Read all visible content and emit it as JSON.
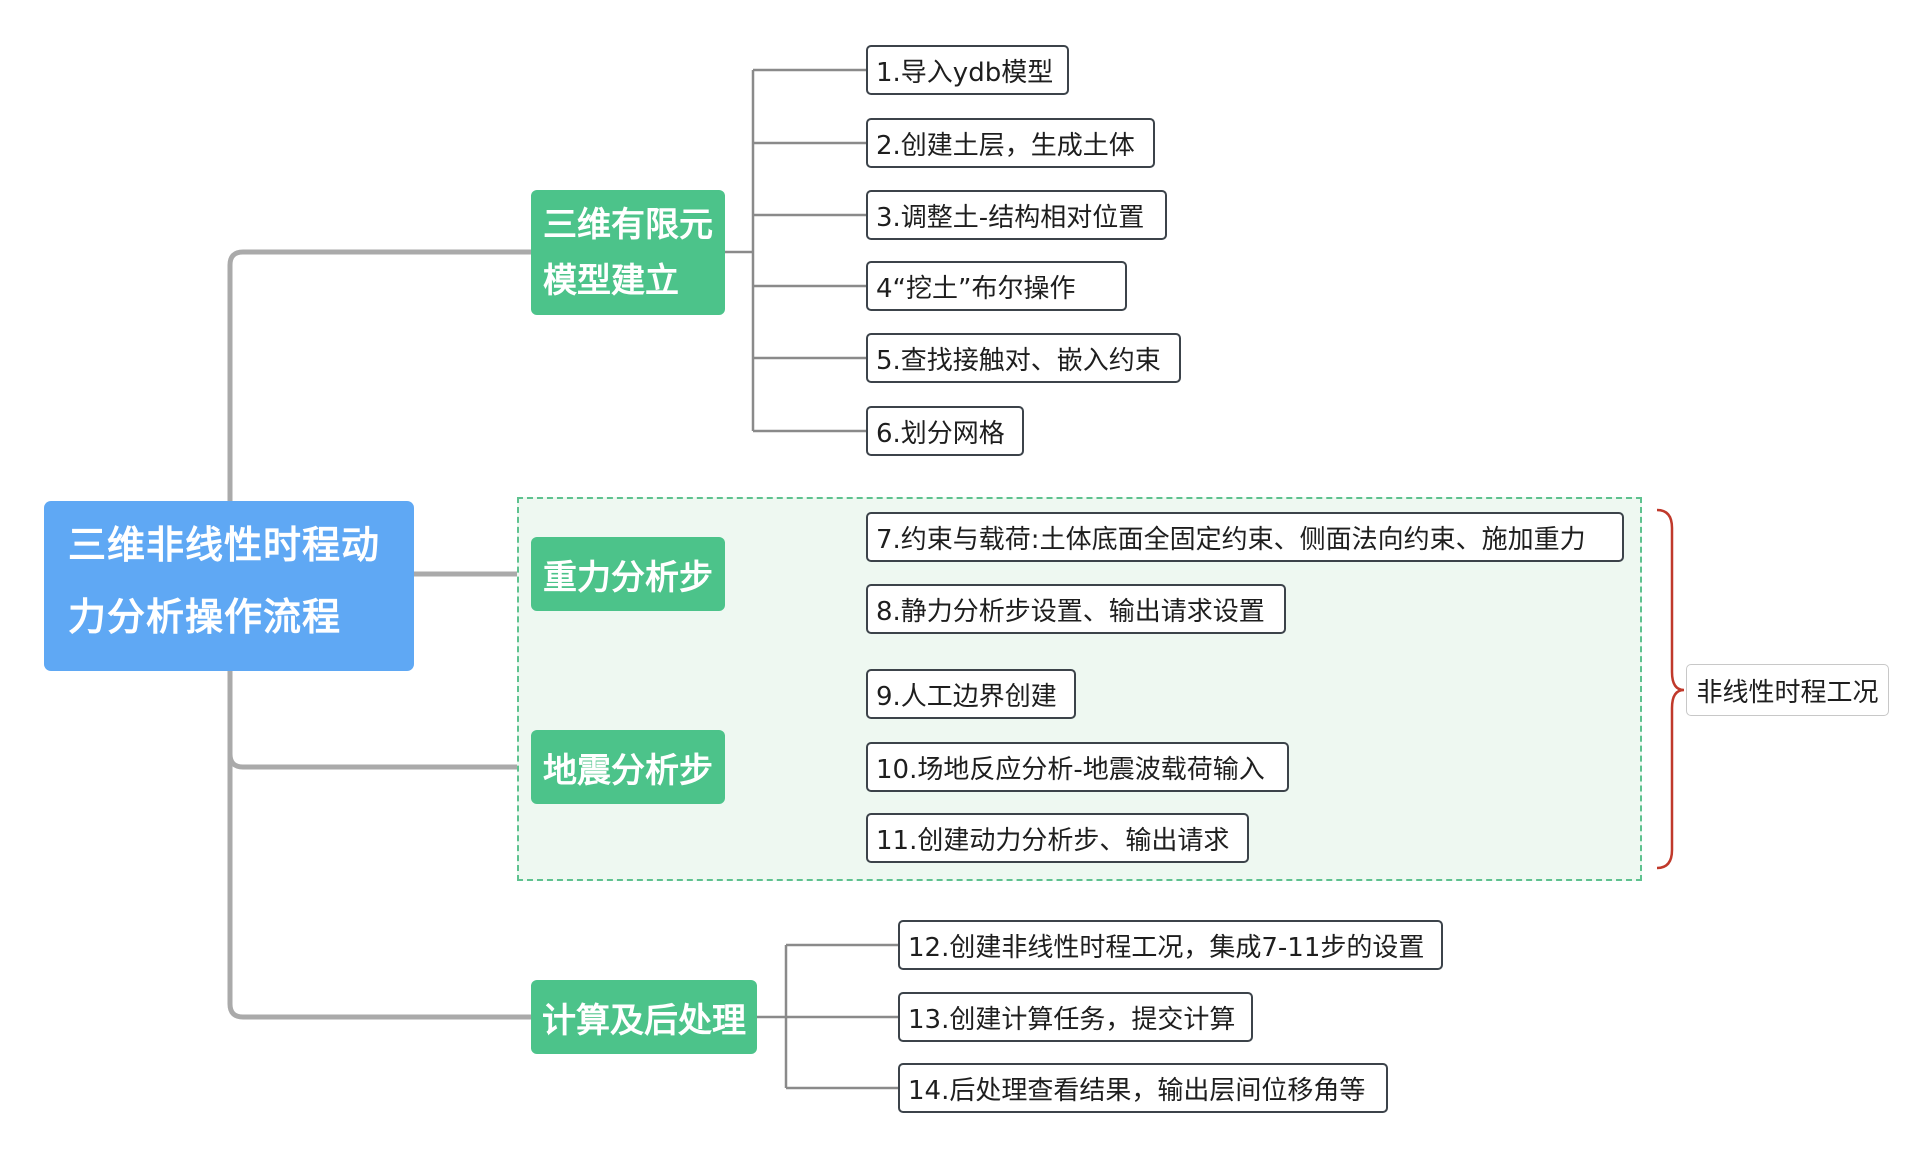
{
  "root": {
    "line1": "三维非线性时程动",
    "line2": "力分析操作流程"
  },
  "branches": [
    {
      "line1": "三维有限元",
      "line2": "模型建立"
    },
    {
      "label": "重力分析步"
    },
    {
      "label": "地震分析步"
    },
    {
      "label": "计算及后处理"
    }
  ],
  "steps": [
    "1.导入ydb模型",
    "2.创建土层，生成土体",
    "3.调整土-结构相对位置",
    "4“挖土”布尔操作",
    "5.查找接触对、嵌入约束",
    "6.划分网格",
    "7.约束与载荷:土体底面全固定约束、侧面法向约束、施加重力",
    "8.静力分析步设置、输出请求设置",
    "9.人工边界创建",
    "10.场地反应分析-地震波载荷输入",
    "11.创建动力分析步、输出请求",
    "12.创建非线性时程工况，集成7-11步的设置",
    "13.创建计算任务，提交计算",
    "14.后处理查看结果，输出层间位移角等"
  ],
  "summary": {
    "label": "非线性时程工况"
  },
  "colors": {
    "root_fill": "#5fa8f4",
    "branch_fill": "#4cc38a",
    "group_border": "#5ec28f",
    "group_fill": "#eef8f1",
    "brace": "#c0392b",
    "connector": "#a8a8a8"
  }
}
